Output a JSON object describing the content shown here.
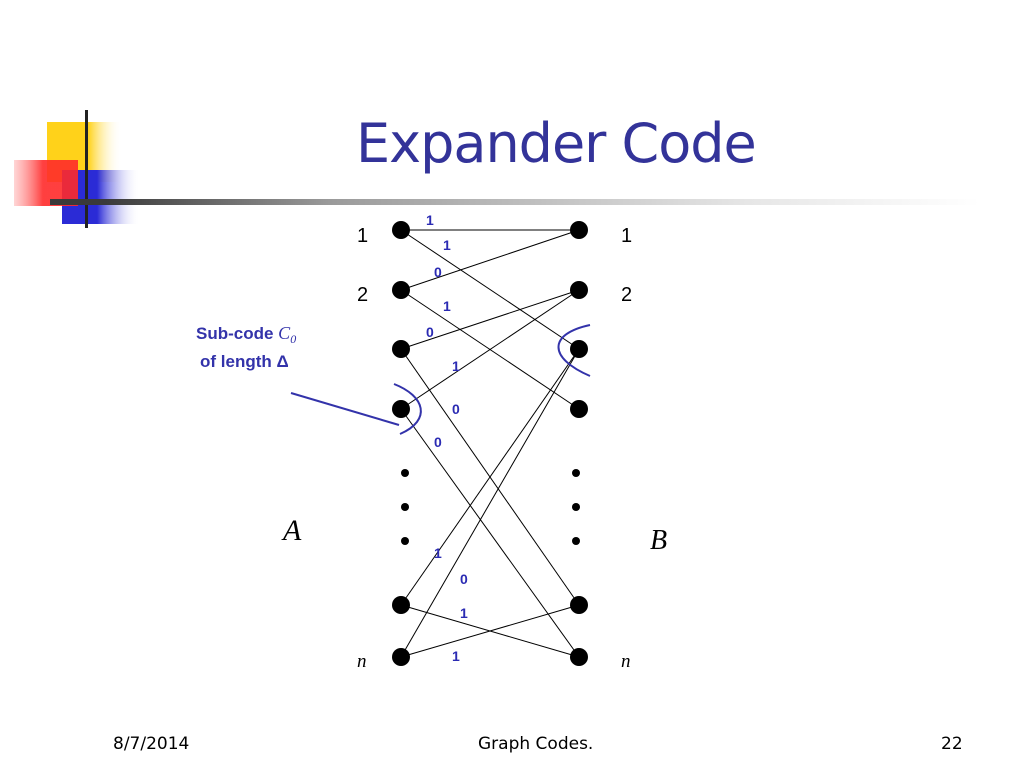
{
  "slide": {
    "title": "Expander Code"
  },
  "diagram": {
    "left_labels": [
      "1",
      "2",
      "n"
    ],
    "right_labels": [
      "1",
      "2",
      "n"
    ],
    "left_set": "A",
    "right_set": "B",
    "subcode_label_part1": "Sub-code ",
    "subcode_symbol": "C",
    "subcode_subscript": "0",
    "subcode_label_line2": "of length Δ",
    "edge_bits": [
      "1",
      "1",
      "0",
      "1",
      "0",
      "1",
      "0",
      "0",
      "1",
      "0",
      "1",
      "1"
    ],
    "colors": {
      "title": "#333399",
      "annotation": "#3333aa",
      "bits": "#2b2bb3",
      "edges": "#000000"
    }
  },
  "footer": {
    "date": "8/7/2014",
    "center": "Graph Codes.",
    "page": "22"
  }
}
